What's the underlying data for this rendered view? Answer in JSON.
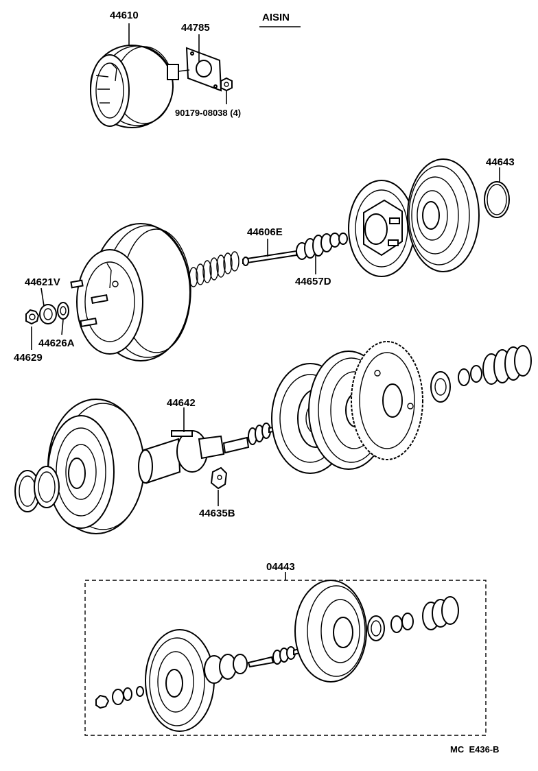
{
  "brand": "AISIN",
  "footer_code": "MC  E436-B",
  "parts": {
    "p44610": "44610",
    "p44785": "44785",
    "p90179": "90179-08038 (4)",
    "p44643": "44643",
    "p44606E": "44606E",
    "p44657D": "44657D",
    "p44621V": "44621V",
    "p44626A": "44626A",
    "p44629": "44629",
    "p44642": "44642",
    "p44635B": "44635B",
    "p04443": "04443"
  }
}
